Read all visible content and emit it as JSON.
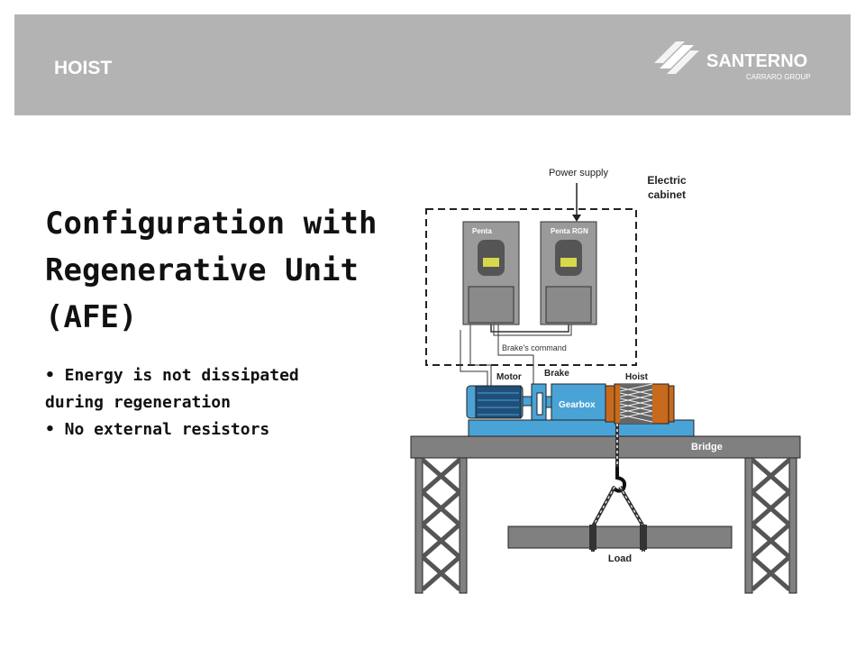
{
  "header": {
    "title": "HOIST"
  },
  "logo": {
    "brand": "SANTERNO",
    "group": "CARRARO GROUP"
  },
  "title_lines": [
    "Configuration with",
    "Regenerative Unit",
    "(AFE)"
  ],
  "bullets": [
    "• Energy is not dissipated",
    "during regeneration",
    "• No external resistors"
  ],
  "diagram": {
    "power_supply": "Power supply",
    "cabinet_line1": "Electric",
    "cabinet_line2": "cabinet",
    "drive1": "Penta",
    "drive2": "Penta RGN",
    "brake_command": "Brake's command",
    "motor": "Motor",
    "brake": "Brake",
    "hoist": "Hoist",
    "gearbox": "Gearbox",
    "bridge": "Bridge",
    "load": "Load"
  },
  "colors": {
    "header_bg": "#b3b3b3",
    "equipment_blue": "#4aa3d6",
    "bridge_gray": "#808080"
  }
}
